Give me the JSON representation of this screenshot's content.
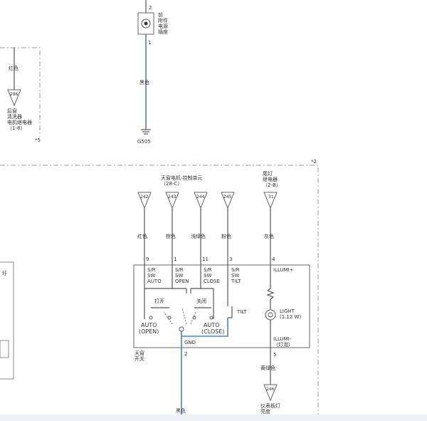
{
  "top_connector": {
    "pin_top": "2",
    "pin_bottom": "1",
    "label": [
      "前",
      "附件",
      "电源",
      "插座"
    ],
    "wire_color": "黑色",
    "ground": "G505"
  },
  "left_group": {
    "wire_color": "红色",
    "terminal": "286",
    "label": [
      "后窗",
      "清洗器",
      "电机继电器",
      "（1-8）"
    ],
    "note": "*5"
  },
  "main_group": {
    "note": "*2",
    "unit_label": [
      "天窗电机-控制单元",
      "（28-C）"
    ],
    "relay_label": [
      "尾灯",
      "继电器",
      "（2-B）"
    ],
    "terminals": [
      "242",
      "243",
      "244",
      "245",
      "31"
    ],
    "wire_colors": [
      "红色",
      "棕色",
      "浅绿色",
      "粉色",
      "灰色"
    ],
    "pins": [
      "9",
      "1",
      "11",
      "3",
      "4"
    ],
    "switch_names": [
      [
        "S/R",
        "SW",
        "AUTO"
      ],
      [
        "S/R",
        "SW",
        "OPEN"
      ],
      [
        "S/R",
        "SW",
        "CLOSE"
      ],
      [
        "S/R",
        "SW",
        "TILT"
      ]
    ],
    "illumi_plus": "ILLUMI+",
    "light": [
      "LIGHT",
      "(1.12 W)"
    ],
    "illumi_minus": [
      "ILLUMI-",
      "（灯泡）"
    ],
    "open_label": "打开",
    "close_label": "关闭",
    "tilt_label": "TILT",
    "auto_open": [
      "AUTO",
      "(OPEN)"
    ],
    "auto_close": [
      "AUTO",
      "(CLOSE)"
    ],
    "gnd": "GND",
    "gnd_pin": "2",
    "switch_label": [
      "天窗",
      "开关"
    ],
    "pin5": "5",
    "yellow_wire": "黄绿色",
    "bottom_terminal": "246",
    "bottom_label": [
      "仪表板灯",
      "亮度"
    ],
    "black_wire": "黑色"
  },
  "left_edge_text": "圩"
}
